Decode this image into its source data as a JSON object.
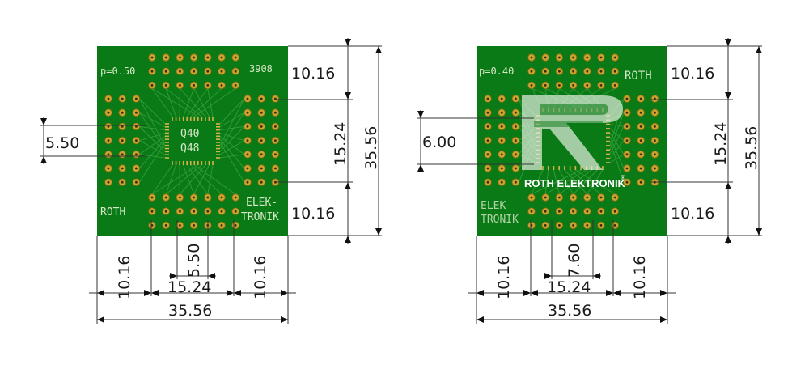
{
  "left_board": {
    "pitch_label": "p=0.50",
    "part_number": "3908",
    "center_label_1": "Q40",
    "center_label_2": "Q48",
    "brand_left": "ROTH",
    "brand_right_1": "ELEK-",
    "brand_right_2": "TRONIK",
    "dims": {
      "right_top": "10.16",
      "right_mid": "15.24",
      "right_bottom": "10.16",
      "right_total": "35.56",
      "left_inner": "5.50",
      "bottom_left": "10.16",
      "bottom_inner": "5.50",
      "bottom_mid": "15.24",
      "bottom_right": "10.16",
      "bottom_total": "35.56"
    }
  },
  "right_board": {
    "pitch_label": "p=0.40",
    "brand_mirror": "ROTH",
    "logo_text": "ROTH ELEKTRONIK",
    "logo_mark": "®",
    "brand_right_1": "ELEK-",
    "brand_right_2": "TRONIK",
    "dims": {
      "right_top": "10.16",
      "right_mid": "15.24",
      "right_bottom": "10.16",
      "right_total": "35.56",
      "left_inner": "6.00",
      "bottom_left": "10.16",
      "bottom_inner": "7.60",
      "bottom_mid": "15.24",
      "bottom_right": "10.16",
      "bottom_total": "35.56"
    }
  }
}
